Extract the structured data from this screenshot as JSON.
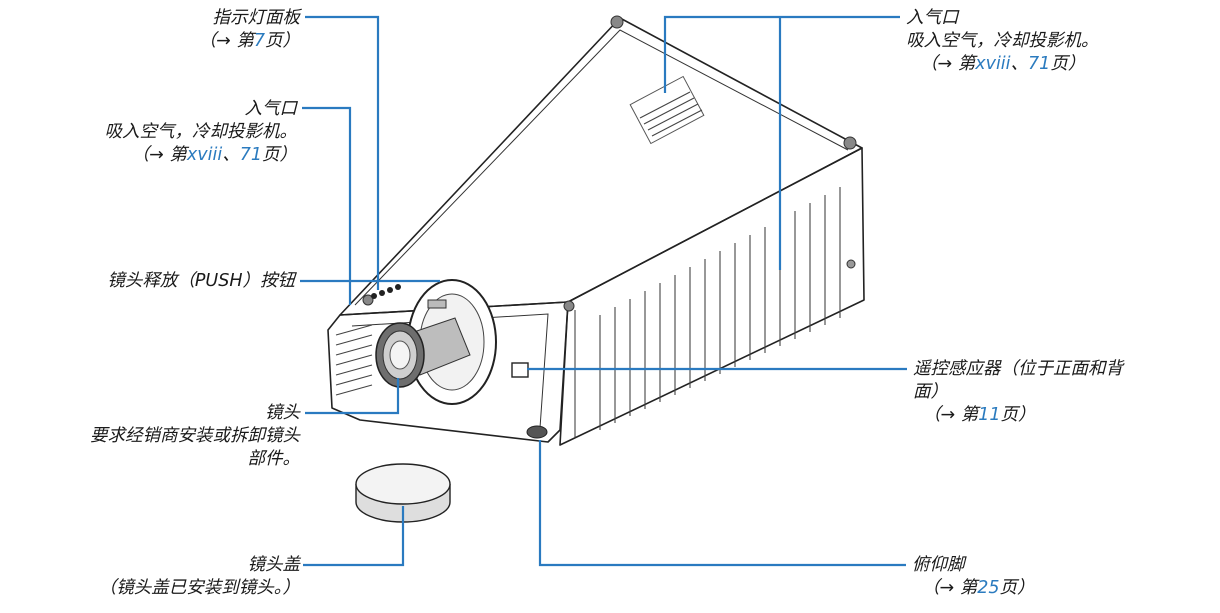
{
  "labels": {
    "indicator_panel": {
      "name": "指示灯面板",
      "ref_prefix": "（→ 第",
      "ref_page": "7",
      "ref_suffix": "页）"
    },
    "intake_top": {
      "name": "入气口",
      "desc": "吸入空气，冷却投影机。",
      "ref_prefix": "（→ 第",
      "ref_page_a": "xviii",
      "ref_sep": "、",
      "ref_page_b": "71",
      "ref_suffix": "页）"
    },
    "intake_left": {
      "name": "入气口",
      "desc": "吸入空气，冷却投影机。",
      "ref_prefix": "（→ 第",
      "ref_page_a": "xviii",
      "ref_sep": "、",
      "ref_page_b": "71",
      "ref_suffix": "页）"
    },
    "lens_release": {
      "name": "镜头释放（PUSH）按钮"
    },
    "remote_sensor": {
      "name_line1": "遥控感应器（位于正面和背",
      "name_line2": "面）",
      "ref_prefix": "（→ 第",
      "ref_page": "11",
      "ref_suffix": "页）"
    },
    "lens": {
      "name": "镜头",
      "desc_line1": "要求经销商安装或拆卸镜头",
      "desc_line2": "部件。"
    },
    "lens_cap": {
      "name": "镜头盖",
      "desc": "（镜头盖已安装到镜头。）"
    },
    "tilt_foot": {
      "name": "俯仰脚",
      "ref_prefix": "（→ 第",
      "ref_page": "25",
      "ref_suffix": "页）"
    }
  },
  "colors": {
    "leader": "#2a7ac0",
    "page_ref": "#2b7bbf",
    "text": "#1a1a1a"
  }
}
